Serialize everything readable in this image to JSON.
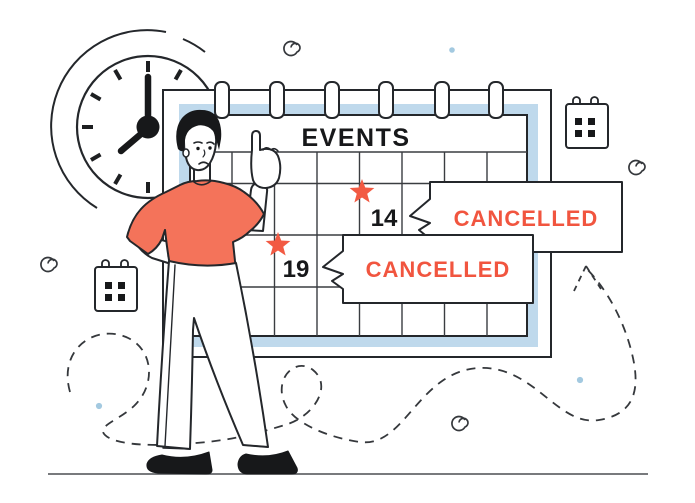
{
  "calendar": {
    "title": "EVENTS",
    "marked_dates": [
      {
        "day": "14",
        "status": "CANCELLED"
      },
      {
        "day": "19",
        "status": "CANCELLED"
      }
    ]
  },
  "icons": [
    "clock-icon",
    "mini-calendar-icon-left",
    "mini-calendar-icon-right",
    "star-marker",
    "spiral-doodle",
    "dashed-arrow-doodle",
    "binder-ring"
  ],
  "colors": {
    "outline": "#24272b",
    "shirt_coral": "#F4735A",
    "accent_red": "#F1553F",
    "frame_blue": "#BFD9EC",
    "dot_blue": "#A3C9E0",
    "ink_black": "#17181a",
    "ground_gray": "#4b4e52"
  }
}
